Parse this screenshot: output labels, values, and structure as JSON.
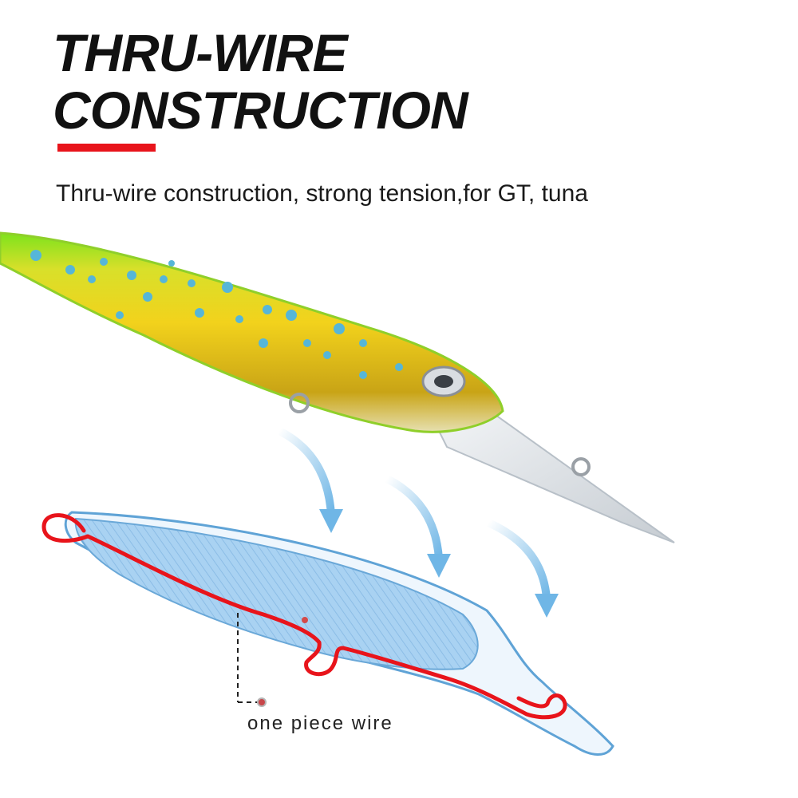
{
  "headline": {
    "line1": "THRU-WIRE",
    "line2": "CONSTRUCTION"
  },
  "subtitle": "Thru-wire construction, strong tension,for GT, tuna",
  "callout": {
    "label": "one piece wire"
  },
  "colors": {
    "accent": "#e8141b",
    "lure_body": "#f2d21c",
    "lure_back": "#7ee21c",
    "lure_spots": "#56b6d8",
    "diagram_fill": "#a9d2f2",
    "diagram_outline": "#5fa3d6",
    "wire": "#e8141b",
    "arrow": "#8ec8ec"
  },
  "icons": [
    "fishing-lure-image",
    "curved-arrow-icon",
    "lure-cross-section-diagram",
    "wire-line-icon"
  ]
}
